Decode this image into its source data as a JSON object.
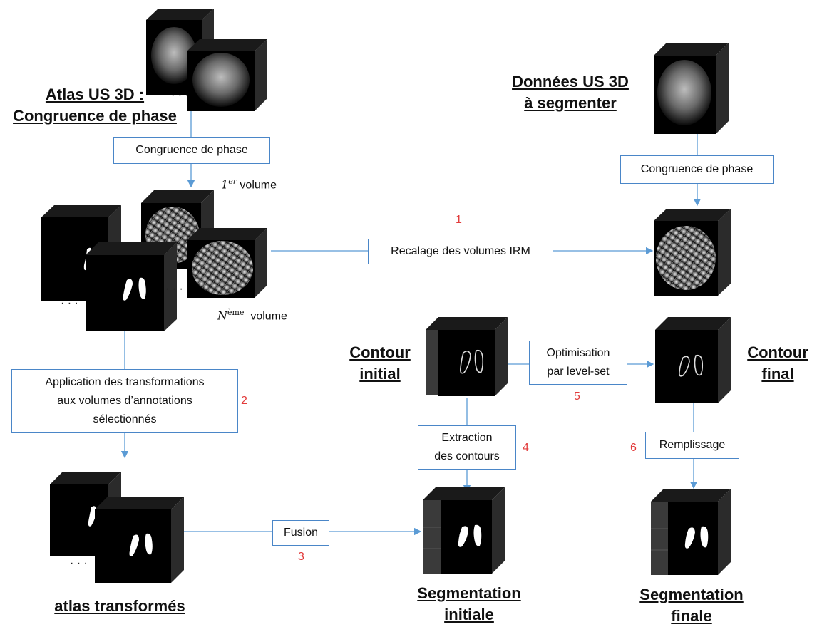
{
  "titles": {
    "atlas_line1": "Atlas US 3D :",
    "atlas_line2": "Congruence de phase",
    "data_line1": "Données US 3D",
    "data_line2": "à segmenter",
    "contour_initial_line1": "Contour",
    "contour_initial_line2": "initial",
    "contour_final_line1": "Contour",
    "contour_final_line2": "final",
    "atlas_transformes": "atlas transformés",
    "seg_initiale_line1": "Segmentation",
    "seg_initiale_line2": "initiale",
    "seg_finale_line1": "Segmentation",
    "seg_finale_line2": "finale"
  },
  "boxes": {
    "congruence_left": "Congruence de phase",
    "congruence_right": "Congruence de phase",
    "recalage": "Recalage des volumes IRM",
    "application_line1": "Application des transformations",
    "application_line2": "aux volumes d’annotations",
    "application_line3": "sélectionnés",
    "optimisation_line1": "Optimisation",
    "optimisation_line2": "par level-set",
    "extraction_line1": "Extraction",
    "extraction_line2": "des contours",
    "remplissage": "Remplissage",
    "fusion": "Fusion"
  },
  "step_numbers": {
    "recalage": "1",
    "application": "2",
    "fusion": "3",
    "extraction": "4",
    "optimisation": "5",
    "remplissage": "6"
  },
  "volume_labels": {
    "first_math": "1",
    "first_sup": "er",
    "first_word": "volume",
    "nth_math": "N",
    "nth_sup": "ème",
    "nth_word": "volume"
  },
  "ellipsis": "· · ·",
  "colors": {
    "arrow": "#5b9bd5",
    "box_border": "#4a86c8",
    "step_number": "#e23b3b",
    "cube_front": "#000000",
    "cube_side": "#2b2b2b",
    "cube_top": "#1a1a1a"
  }
}
